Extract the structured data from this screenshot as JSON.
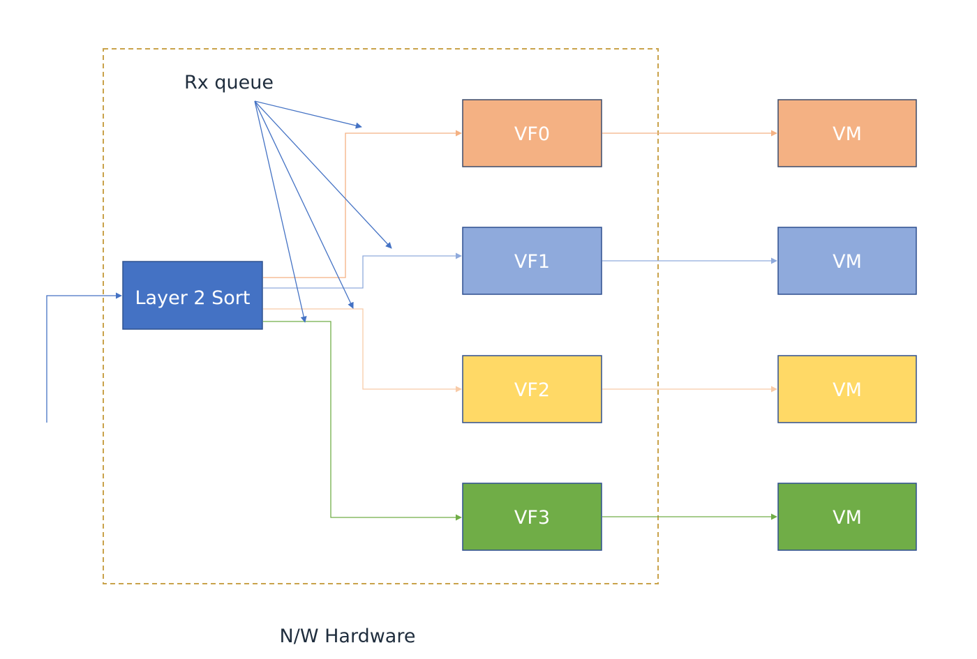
{
  "hardware_label": "N/W Hardware",
  "rx_queue_label": "Rx queue",
  "sorter_label": "Layer 2 Sort",
  "colors": {
    "sorter": "#4472c4",
    "arrow_blue": "#4472c4",
    "boundary": "#c9a24a",
    "orange": "#f4b183",
    "blue": "#8faadc",
    "yellow": "#ffd966",
    "green": "#70ad47",
    "text_on_box": "#ffffff",
    "text_dark": "#1f2d3d"
  },
  "functions": [
    {
      "vf_label": "VF0",
      "vm_label": "VM",
      "color": "#f4b183",
      "border": "#3a4a6b",
      "line": "#f4b183"
    },
    {
      "vf_label": "VF1",
      "vm_label": "VM",
      "color": "#8faadc",
      "border": "#2f4f8f",
      "line": "#8faadc"
    },
    {
      "vf_label": "VF2",
      "vm_label": "VM",
      "color": "#ffd966",
      "border": "#2f4f8f",
      "line": "#f8cba8"
    },
    {
      "vf_label": "VF3",
      "vm_label": "VM",
      "color": "#70ad47",
      "border": "#2f4f8f",
      "line": "#70ad47"
    }
  ]
}
